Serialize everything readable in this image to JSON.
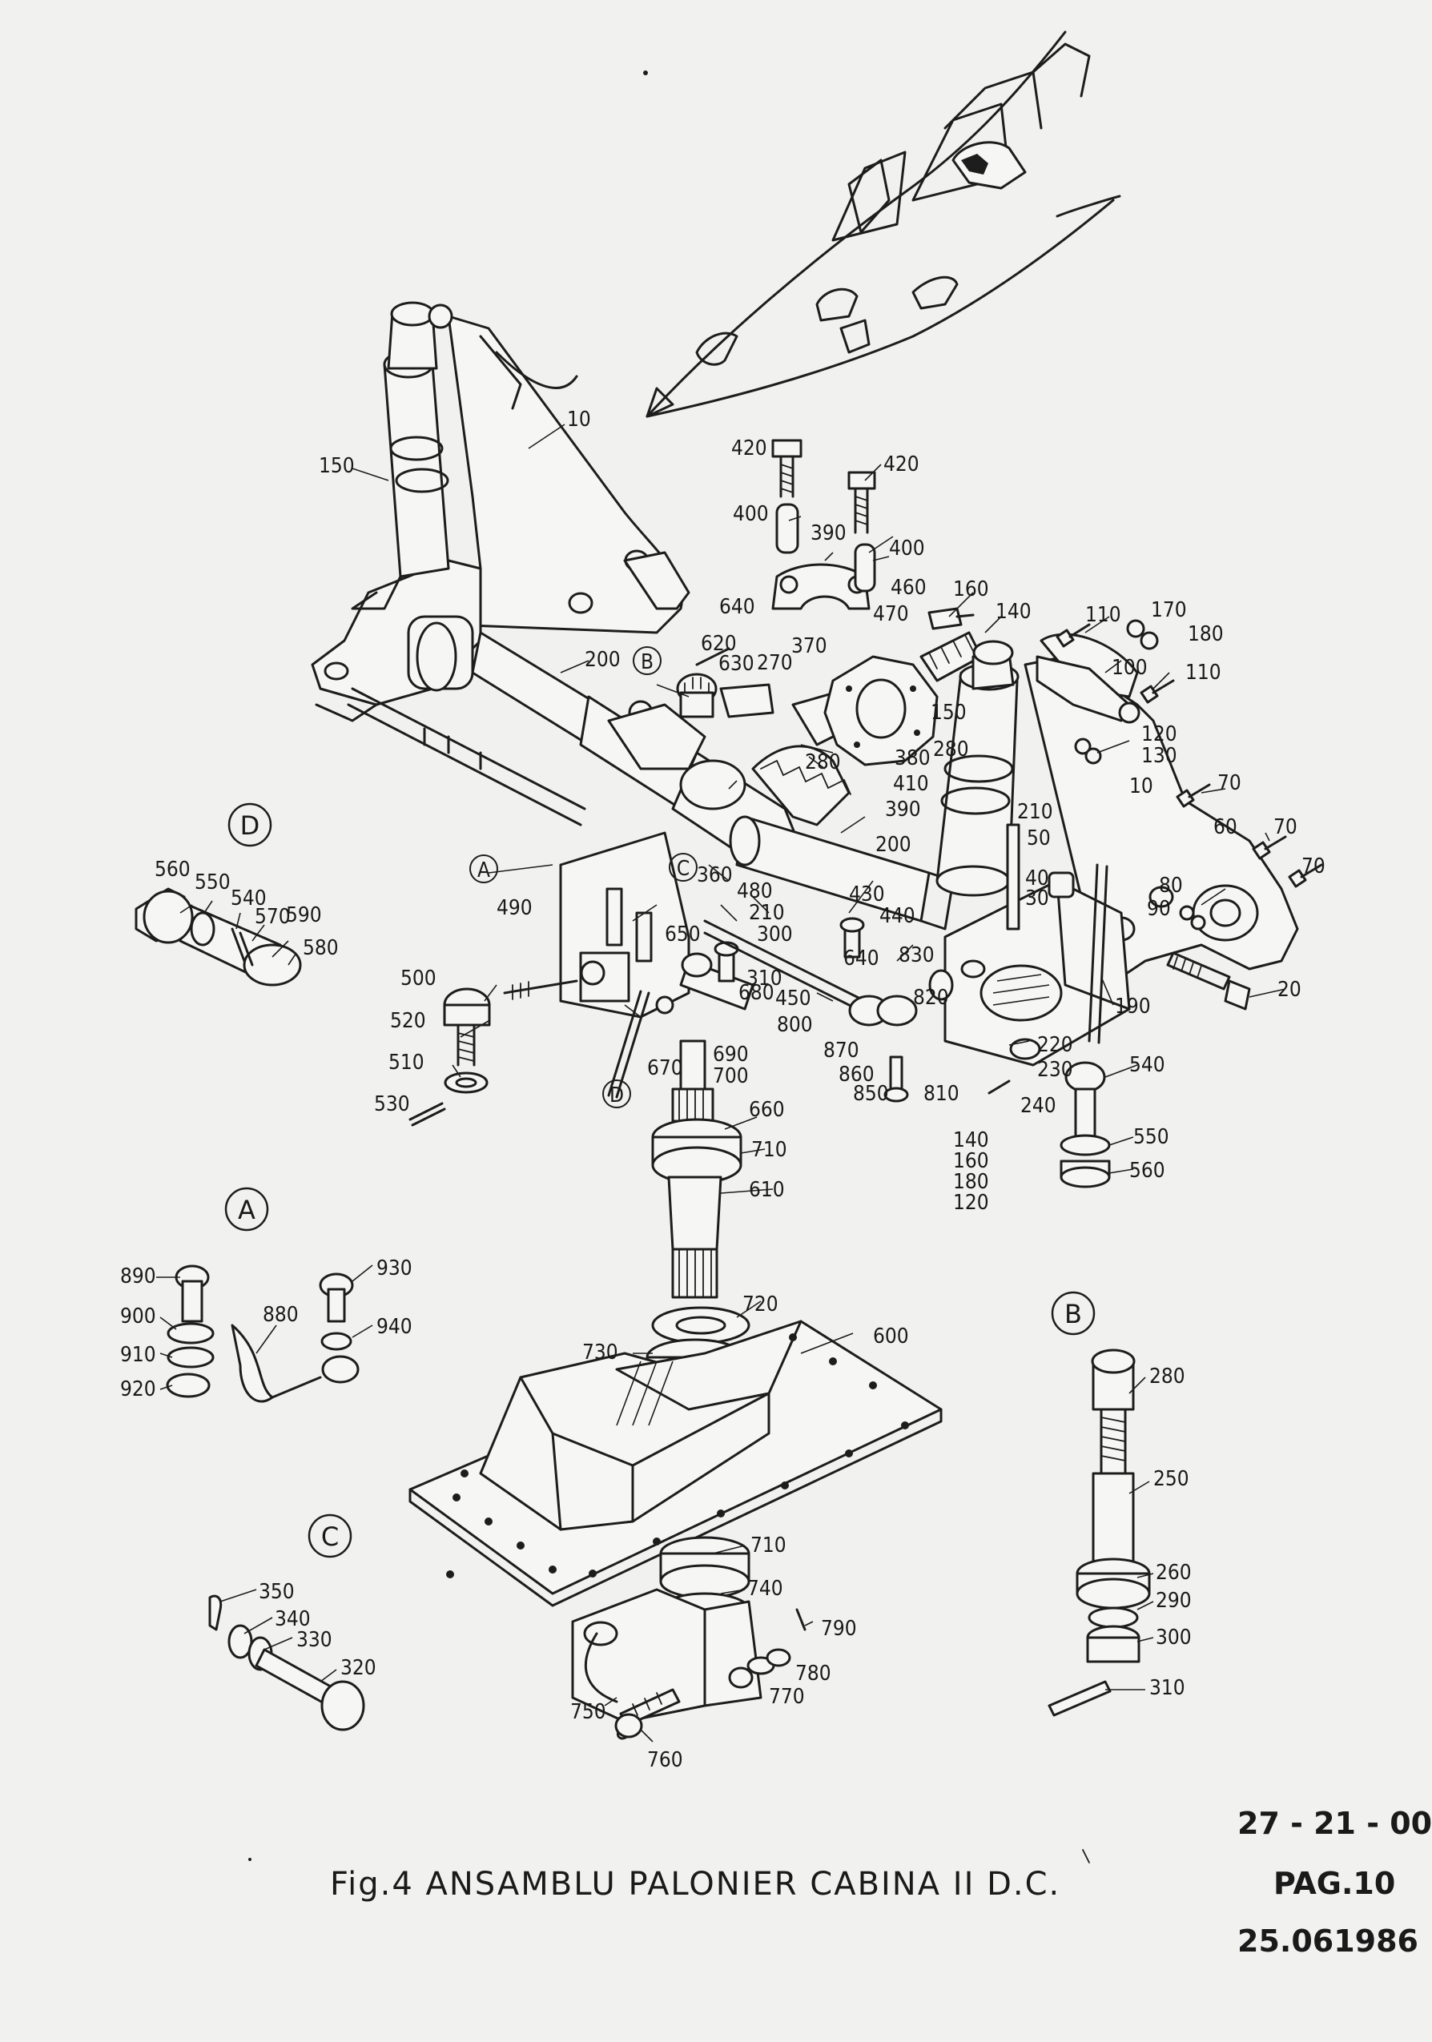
{
  "caption": "Fig.4 ANSAMBLU PALONIER CABINA II D.C.",
  "document": {
    "ref": "27 - 21 - 00",
    "page": "PAG.10",
    "date": "25.061986"
  },
  "detail_callouts": [
    "A",
    "B",
    "C",
    "D"
  ],
  "part_labels": [
    "10",
    "10",
    "20",
    "30",
    "40",
    "50",
    "60",
    "70",
    "70",
    "70",
    "80",
    "90",
    "100",
    "110",
    "110",
    "120",
    "130",
    "140",
    "150",
    "150",
    "160",
    "170",
    "180",
    "190",
    "200",
    "200",
    "210",
    "210",
    "220",
    "230",
    "240",
    "270",
    "280",
    "280",
    "300",
    "310",
    "360",
    "370",
    "380",
    "390",
    "390",
    "400",
    "400",
    "410",
    "420",
    "420",
    "430",
    "440",
    "450",
    "460",
    "470",
    "480",
    "490",
    "500",
    "510",
    "520",
    "530",
    "540",
    "550",
    "560",
    "600",
    "610",
    "620",
    "630",
    "640",
    "640",
    "650",
    "660",
    "670",
    "680",
    "690",
    "700",
    "710",
    "710",
    "720",
    "730",
    "740",
    "750",
    "760",
    "770",
    "780",
    "790",
    "800",
    "810",
    "820",
    "830",
    "850",
    "860",
    "870",
    "140 160 180 120",
    "540",
    "550",
    "560",
    "570",
    "580",
    "590",
    "880",
    "890",
    "900",
    "910",
    "920",
    "930",
    "940",
    "320",
    "330",
    "340",
    "350",
    "250",
    "260",
    "280",
    "290",
    "300",
    "310"
  ],
  "icons": [
    "aircraft-nose-sketch",
    "rudder-pedal-assembly-exploded-view"
  ]
}
